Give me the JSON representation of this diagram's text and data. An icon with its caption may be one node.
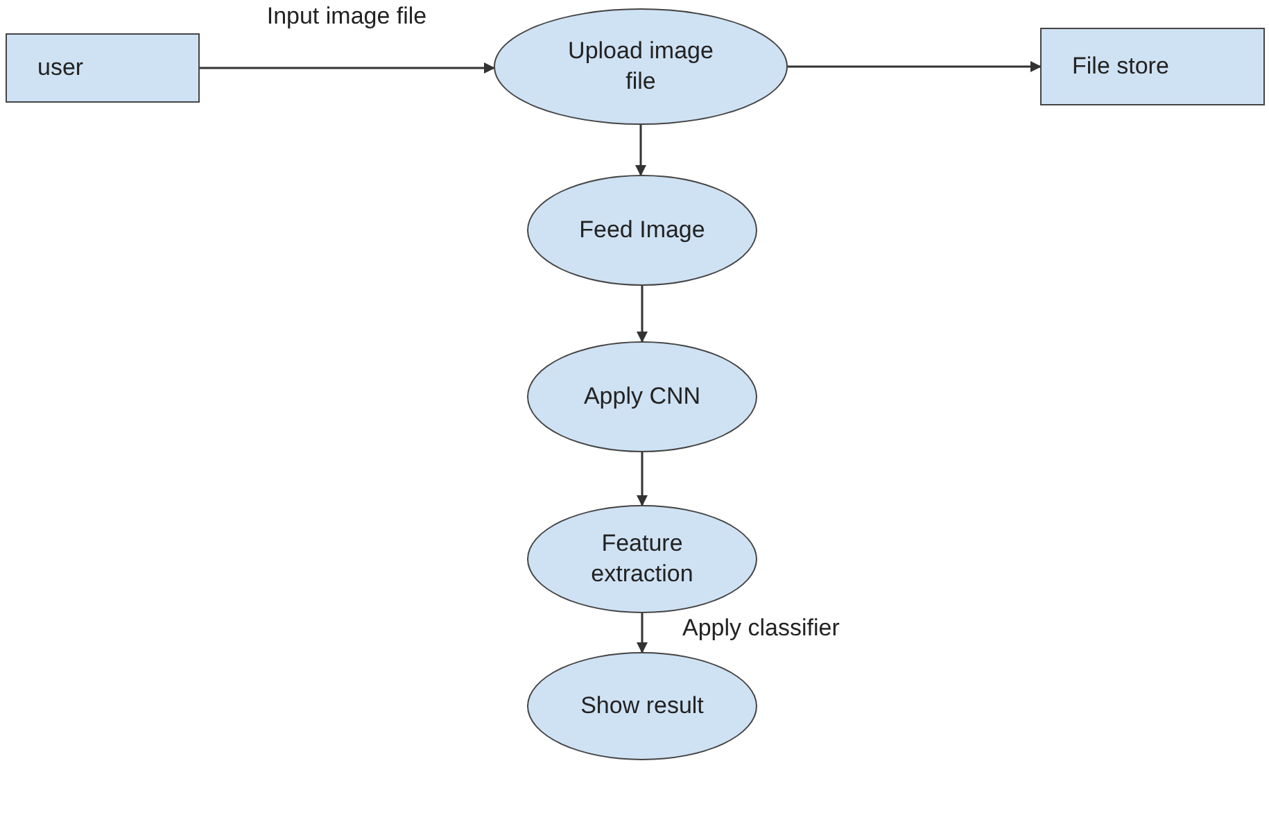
{
  "diagram": {
    "nodes": [
      {
        "text": [
          "user"
        ]
      },
      {
        "text": [
          "Upload image file"
        ]
      },
      {
        "text": [
          "File store"
        ]
      },
      {
        "text": [
          "Feed Image"
        ]
      },
      {
        "text": [
          "Apply CNN"
        ]
      },
      {
        "text": [
          "Feature extraction"
        ]
      },
      {
        "text": [
          "Show result"
        ]
      }
    ],
    "edges": [
      {
        "from": 0,
        "to": 1,
        "arrow": "to",
        "label": "Input image file"
      },
      {
        "from": 1,
        "to": 2,
        "arrow": "to"
      },
      {
        "from": 1,
        "to": 3,
        "arrow": "to"
      },
      {
        "from": 3,
        "to": 4,
        "arrow": "to"
      },
      {
        "from": 4,
        "to": 5,
        "arrow": "to"
      },
      {
        "from": 5,
        "to": 6,
        "arrow": "to",
        "label": "Apply classifier"
      }
    ]
  }
}
